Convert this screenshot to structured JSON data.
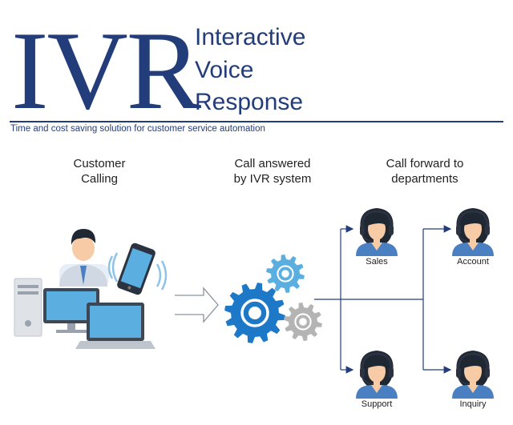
{
  "header": {
    "abbr": "IVR",
    "title_lines": [
      "Interactive",
      "Voice",
      "Response"
    ],
    "tagline": "Time and cost saving solution for customer service automation"
  },
  "steps": [
    {
      "line1": "Customer",
      "line2": "Calling"
    },
    {
      "line1": "Call answered",
      "line2": "by IVR system"
    },
    {
      "line1": "Call forward to",
      "line2": "departments"
    }
  ],
  "departments": [
    "Sales",
    "Account",
    "Support",
    "Inquiry"
  ],
  "colors": {
    "brand": "#233d7a",
    "gear_blue": "#1e78c8",
    "gear_light": "#5aaee0",
    "gear_gray": "#b4b4b4",
    "agent_body": "#4a7fc1"
  }
}
